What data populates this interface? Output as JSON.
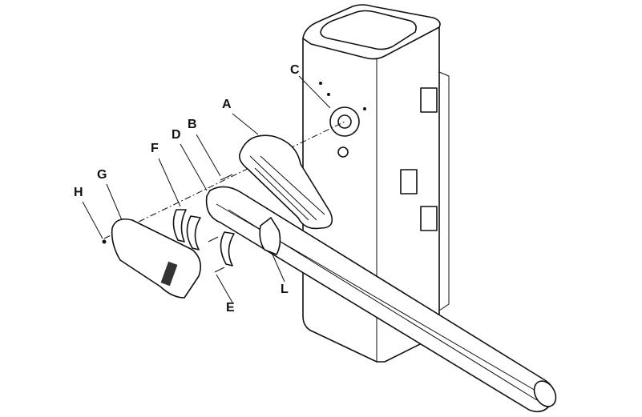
{
  "diagram": {
    "title": "Barrier boom exploded assembly",
    "labels": {
      "A": "A",
      "B": "B",
      "C": "C",
      "D": "D",
      "E": "E",
      "F": "F",
      "G": "G",
      "H": "H",
      "L": "L"
    }
  }
}
